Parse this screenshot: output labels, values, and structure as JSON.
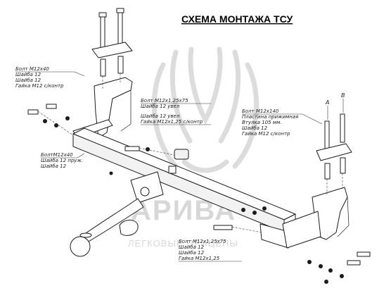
{
  "title": "СХЕМА МОНТАЖА ТСУ",
  "watermark": {
    "brand": "АРИВА",
    "subtitle": "ЛЕГКОВЫЕ ПРИЦЕПЫ"
  },
  "markers": {
    "a": "A",
    "b": "B"
  },
  "callouts": {
    "left_top": [
      "Болт М12х40",
      "Шайба 12",
      "Шайба 12",
      "Гайка М12 с/контр"
    ],
    "left_mid": [
      "БолтМ12х40",
      "Шайба 12 пруж.",
      "Шайба 12"
    ],
    "center_top": [
      "Болт М12х1,25х75",
      "Шайба 12 увел",
      "Шайба 12 увел",
      "Гайка М12х1,25 с/контр"
    ],
    "right_top": [
      "Болт М12х140",
      "Пластина прижимная",
      "Втулка 105 мм.",
      "Шайба 12",
      "Гайка М12 с/контр"
    ],
    "bottom": [
      "Болт М12х1,25х75",
      "Шайба 12",
      "Шайба 12",
      "Гайка М12х1,25"
    ]
  },
  "colors": {
    "line": "#1a1a1a",
    "watermark": "#d7d7d7"
  }
}
